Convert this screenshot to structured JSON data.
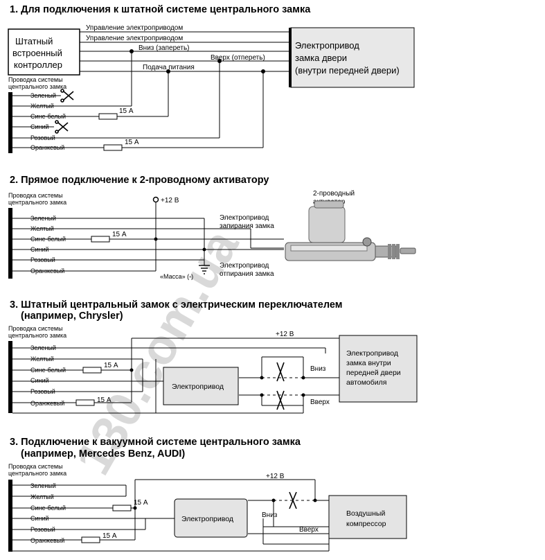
{
  "sections": [
    {
      "title": "1. Для подключения к штатной системе центрального замка",
      "controller_lines": [
        "Штатный",
        "встроенный",
        "контроллер"
      ],
      "actuator_lines": [
        "Электропривод",
        "замка двери",
        "(внутри передней двери)"
      ],
      "wire_labels": {
        "ctrl1": "Управление электроприводом",
        "ctrl2": "Управление электроприводом",
        "down": "Вниз (запереть)",
        "up": "Вверх (отпереть)",
        "power": "Подача питания"
      },
      "fuse": "15 А",
      "fuse2": "15 А"
    },
    {
      "title": "2. Прямое подключение к 2-проводному активатору",
      "plus12": "+12 В",
      "actuator_lines": [
        "2-проводный",
        "активатор"
      ],
      "lock_lines": [
        "Электропривод",
        "запирания замка"
      ],
      "unlock_lines": [
        "Электропривод",
        "отпирания замка"
      ],
      "ground": "«Масса» (-)",
      "fuse": "15 А"
    },
    {
      "title_lines": [
        "3. Штатный центральный замок с электрическим переключателем",
        "(например, Chrysler)"
      ],
      "plus12": "+12 В",
      "motor": "Электропривод",
      "down": "Вниз",
      "up": "Вверх",
      "actuator_lines": [
        "Электропривод",
        "замка внутри",
        "передней двери",
        "автомобиля"
      ],
      "fuse": "15 А",
      "fuse2": "15 А"
    },
    {
      "title_lines": [
        "3. Подключение к вакуумной системе центрального замка",
        "(например, Mercedes Benz, AUDI)"
      ],
      "plus12": "+12 В",
      "motor": "Электропривод",
      "down": "Вниз",
      "up": "Вверх",
      "compressor_lines": [
        "Воздушный",
        "компрессор"
      ],
      "fuse": "15 А",
      "fuse2": "15 А"
    }
  ],
  "harness_title": [
    "Проводка системы",
    "центрального замка"
  ],
  "wires": [
    "Зеленый",
    "Желтый",
    "Сине-белый",
    "Синий",
    "Розовый",
    "Оранжевый"
  ],
  "watermark": "130.com.ua"
}
